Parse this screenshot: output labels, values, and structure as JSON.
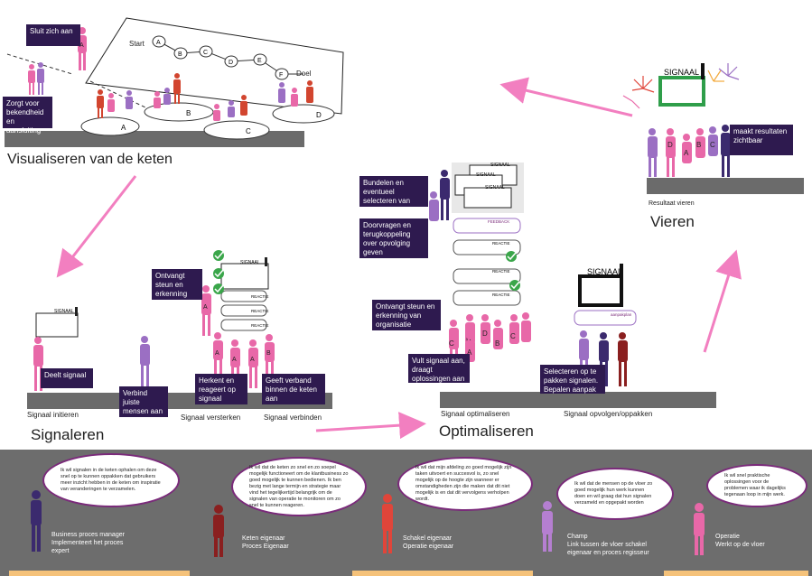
{
  "headings": {
    "visualiseren": "Visualiseren van de keten",
    "signaleren": "Signaleren",
    "optimaliseren": "Optimaliseren",
    "vieren": "Vieren"
  },
  "keten": {
    "start": "Start",
    "doel": "Doel",
    "nodes": [
      "A",
      "B",
      "C",
      "D",
      "E",
      "F"
    ],
    "platforms": [
      "A",
      "B",
      "C",
      "D"
    ],
    "callouts": {
      "sluit": "Sluit zich aan",
      "zorgt": "Zorgt voor bekendheid en aansluiting"
    },
    "person_letter": "A"
  },
  "signaleren": {
    "signaal_label": "SIGNAAL",
    "reactie_label": "REACTIE",
    "callouts": {
      "deelt": "Deelt signaal",
      "verbind": "Verbind juiste mensen aan signaal",
      "ontvangt": "Ontvangt steun en erkenning peers",
      "herkent": "Herkent en reageert op signaal",
      "geeft": "Geeft verband binnen de keten aan"
    },
    "captions": {
      "initieren": "Signaal initieren",
      "versterken": "Signaal versterken",
      "verbinden": "Signaal verbinden"
    },
    "letters": [
      "A",
      "A",
      "A",
      "B"
    ]
  },
  "optimaliseren": {
    "signaal_label": "SIGNAAL",
    "feedback_label": "FEEDBACK",
    "reactie_label": "REACTIE",
    "aanpak_label": "aanpakplan",
    "callouts": {
      "bundelen": "Bundelen en eventueel selecteren van",
      "doorvragen": "Doorvragen en terugkoppeling over opvolging geven",
      "ontvangt": "Ontvangt steun en erkenning van organisatie",
      "vult": "Vult signaal aan, draagt oplossingen aan",
      "selecteren": "Selecteren op te pakken signalen. Bepalen aanpak"
    },
    "captions": {
      "optimalisatie": "Signaal optimaliseren",
      "opvolgen": "Signaal opvolgen/oppakken"
    },
    "letters": [
      "C",
      "B",
      "A",
      "D",
      "B",
      "C"
    ]
  },
  "vieren": {
    "signaal_label": "SIGNAAL",
    "callout": "maakt resultaten zichtbaar",
    "caption": "Resultaat vieren",
    "letters": [
      "D",
      "A",
      "B",
      "C"
    ]
  },
  "roles": [
    {
      "quote": "Ik wil signalen in de keten ophalen om deze snel op te kunnen oppakken dat gebruikers meer inzicht hebben in de keten om inspiratie van veranderingen te verzamelen.",
      "title": "Business proces manager",
      "subtitle": "Implementeert het proces",
      "extra": "expert",
      "color": "#3b2a6e"
    },
    {
      "quote": "Ik wil dat de keten zo snel en zo soepel mogelijk functioneert om de klantbusiness zo goed mogelijk te kunnen bedienen. Ik ben bezig met lange termijn en strategie maar vind het tegelijkertijd belangrijk om de signalen van operatie te monitoren om zo snel te kunnen reageren.",
      "title": "Keten eigenaar",
      "subtitle": "Proces Eigenaar",
      "extra": "",
      "color": "#8a1f1f"
    },
    {
      "quote": "Ik wil dat mijn afdeling zo goed mogelijk zijn taken uitvoert en succesvol is, zo snel mogelijk op de hoogte zijn wanneer er omstandigheden zijn die maken dat dit niet mogelijk is en dat dit vervolgens verholpen wordt.",
      "title": "Schakel eigenaar",
      "subtitle": "Operatie eigenaar",
      "extra": "",
      "color": "#e0453a"
    },
    {
      "quote": "Ik wil dat de mensen op de vloer zo goed mogelijk hun werk kunnen doen en wil graag dat hun signalen verzameld en opgepakt worden",
      "title": "Champ",
      "subtitle": "Link tussen de vloer schakel",
      "extra": "eigenaar en proces regisseur",
      "color": "#b57fd1"
    },
    {
      "quote": "Ik wil snel praktische oplossingen voor de problemen waar ik dagelijks tegenaan loop in mijn werk.",
      "title": "Operatie",
      "subtitle": "Werkt op de vloer",
      "extra": "",
      "color": "#e868a8"
    }
  ],
  "colors": {
    "callout_bg": "#2e1a4f",
    "pink": "#e868a8",
    "purple": "#9b6fc3",
    "red": "#d2452f",
    "dark_purple": "#3b2a6e",
    "arrow": "#f27fc0",
    "check": "#3aa64a",
    "band": "#6d6d6d"
  }
}
